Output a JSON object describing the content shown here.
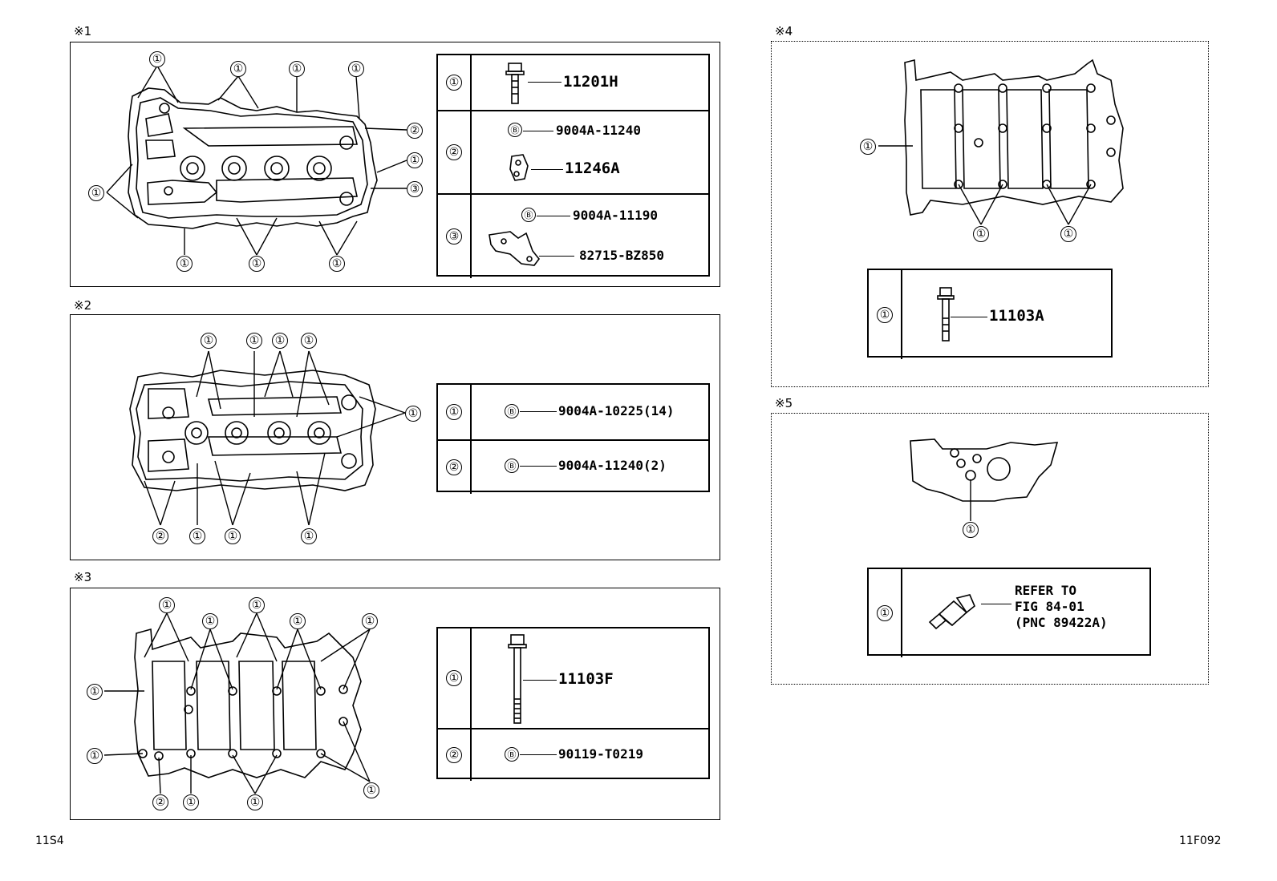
{
  "sections": {
    "s1": {
      "label": "※1",
      "parts": [
        {
          "num": "①",
          "items": [
            "11201H"
          ]
        },
        {
          "num": "②",
          "items": [
            "Ⓑ",
            "9004A-11240",
            "11246A"
          ]
        },
        {
          "num": "③",
          "items": [
            "Ⓑ",
            "9004A-11190",
            "82715-BZ850"
          ]
        }
      ]
    },
    "s2": {
      "label": "※2",
      "parts": [
        {
          "num": "①",
          "items": [
            "Ⓑ",
            "9004A-10225(14)"
          ]
        },
        {
          "num": "②",
          "items": [
            "Ⓑ",
            "9004A-11240(2)"
          ]
        }
      ]
    },
    "s3": {
      "label": "※3",
      "parts": [
        {
          "num": "①",
          "items": [
            "11103F"
          ]
        },
        {
          "num": "②",
          "items": [
            "Ⓑ",
            "90119-T0219"
          ]
        }
      ]
    },
    "s4": {
      "label": "※4",
      "parts": [
        {
          "num": "①",
          "items": [
            "11103A"
          ]
        }
      ]
    },
    "s5": {
      "label": "※5",
      "parts": [
        {
          "num": "①",
          "items": [
            "REFER TO\nFIG 84-01\n(PNC 89422A)"
          ]
        }
      ]
    }
  },
  "footer": {
    "left_code": "11S4",
    "right_code": "11F092"
  }
}
